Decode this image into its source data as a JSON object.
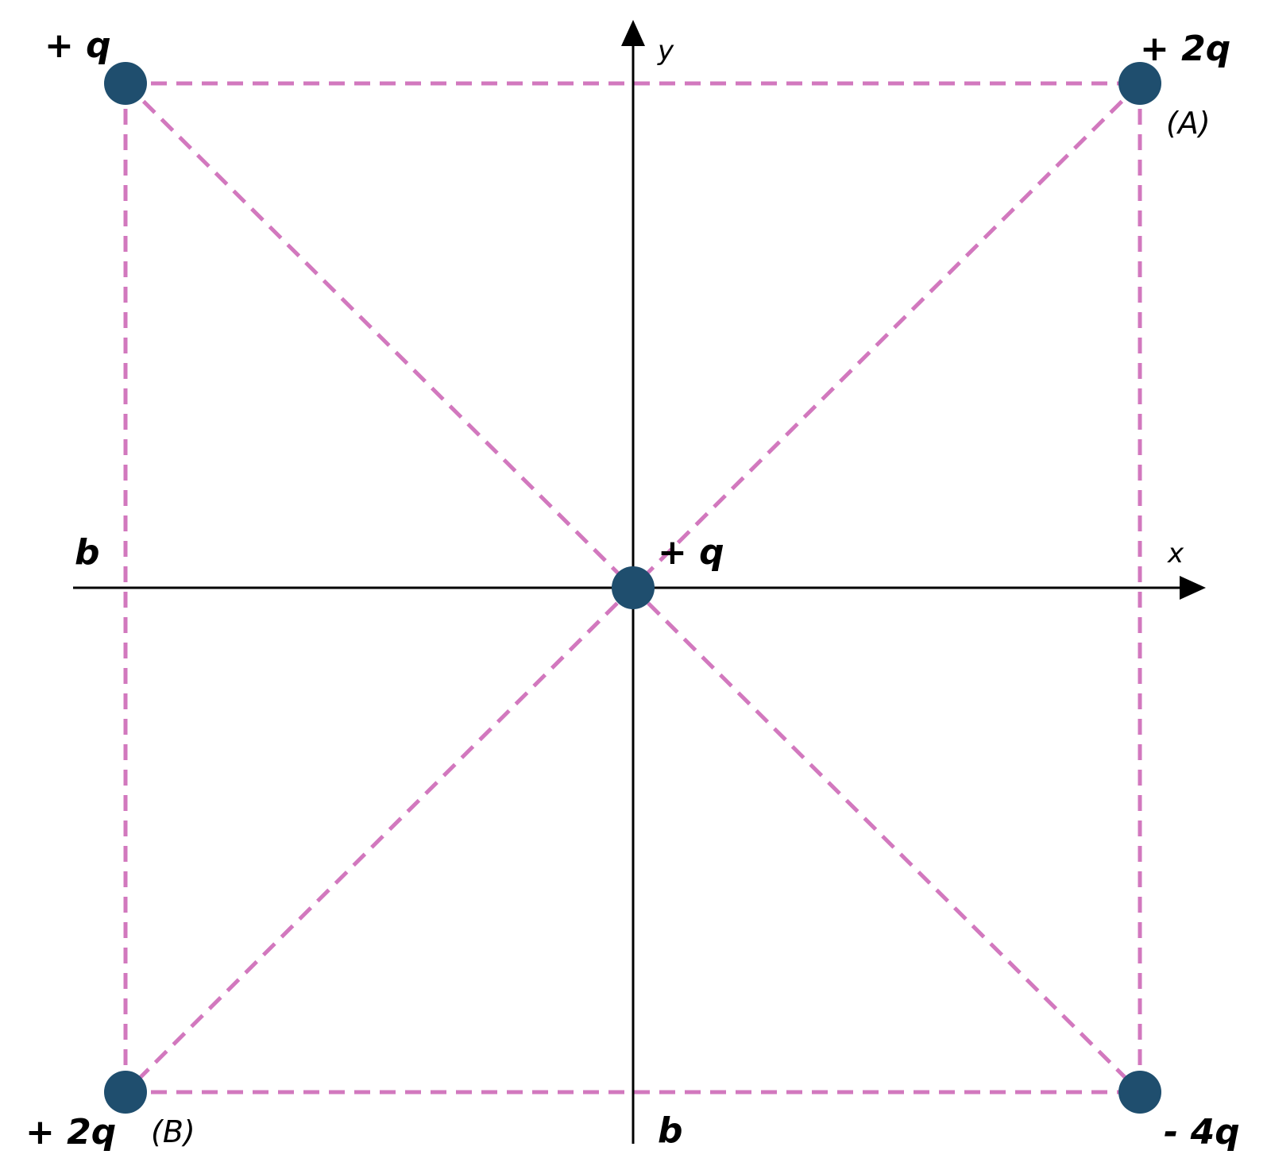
{
  "colors": {
    "dashed_lines": "#d278be",
    "charges": "#1f4e6e",
    "axes": "#000000"
  },
  "axes": {
    "x_label": "x",
    "y_label": "y"
  },
  "charges": {
    "top_left": "+ q",
    "top_right": "+ 2q",
    "bottom_left": "+ 2q",
    "bottom_right": "- 4q",
    "center": "+ q"
  },
  "points": {
    "top_right": "(A)",
    "bottom_left": "(B)"
  },
  "dimensions": {
    "left_side": "b",
    "bottom_side": "b"
  }
}
